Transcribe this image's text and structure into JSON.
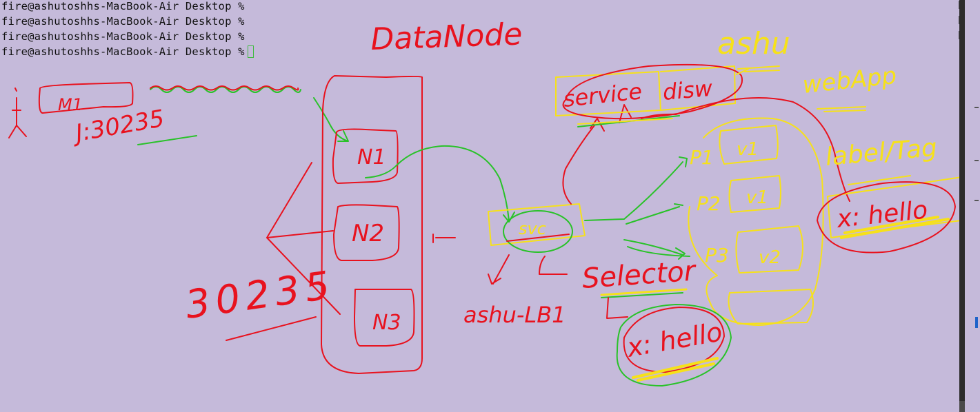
{
  "terminal": {
    "prompt": "fire@ashutoshhs-MacBook-Air Desktop %",
    "line_count": 4
  },
  "annotations": {
    "title": "DataNode",
    "owner": "ashu",
    "pod_m1": "M1",
    "port_label": "J:30235",
    "node_n1": "N1",
    "node_n2": "N2",
    "node_n3": "N3",
    "nodeport": "30235",
    "service_box": "service",
    "discovery": "disw",
    "webapp": "webApp",
    "label_tag": "label/Tag",
    "pod_labels": [
      "P1",
      "P2",
      "P3"
    ],
    "pod_versions": [
      "v1",
      "v1",
      "v2"
    ],
    "svc": "svc",
    "lb": "ashu-LB1",
    "selector": "Selector",
    "label_value_right": "x: hello",
    "label_value_bottom": "x: hello"
  },
  "colors": {
    "background": "#c5bada",
    "ink_red": "#e8121e",
    "ink_green": "#29c229",
    "ink_yellow": "#f6e11a",
    "scrollbar": "#2b2b2b"
  }
}
